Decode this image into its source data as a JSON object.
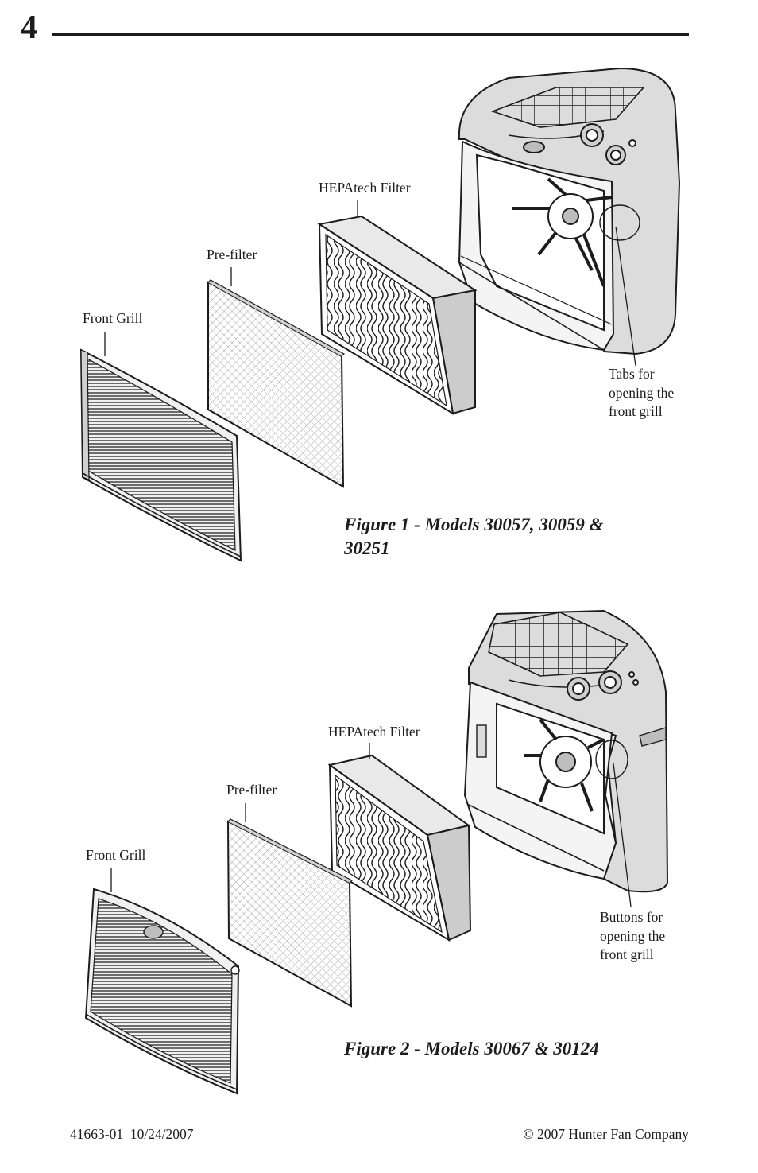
{
  "page_number": "4",
  "figure1": {
    "labels": {
      "hepatech_filter": "HEPAtech Filter",
      "pre_filter": "Pre-filter",
      "front_grill": "Front Grill",
      "tabs_line1": "Tabs for",
      "tabs_line2": "opening the",
      "tabs_line3": "front grill"
    },
    "caption_line1": "Figure 1 - Models 30057, 30059 &",
    "caption_line2": "30251"
  },
  "figure2": {
    "labels": {
      "hepatech_filter": "HEPAtech Filter",
      "pre_filter": "Pre-filter",
      "front_grill": "Front Grill",
      "buttons_line1": "Buttons for",
      "buttons_line2": "opening the",
      "buttons_line3": "front grill"
    },
    "caption": "Figure 2 - Models 30067 & 30124"
  },
  "footer": {
    "doc_id": "41663-01  10/24/2007",
    "copyright": "© 2007 Hunter Fan Company"
  },
  "colors": {
    "ink": "#1c1c1c",
    "unit_fill": "#d7d7d7",
    "panel_fill": "#f2f2f2"
  }
}
